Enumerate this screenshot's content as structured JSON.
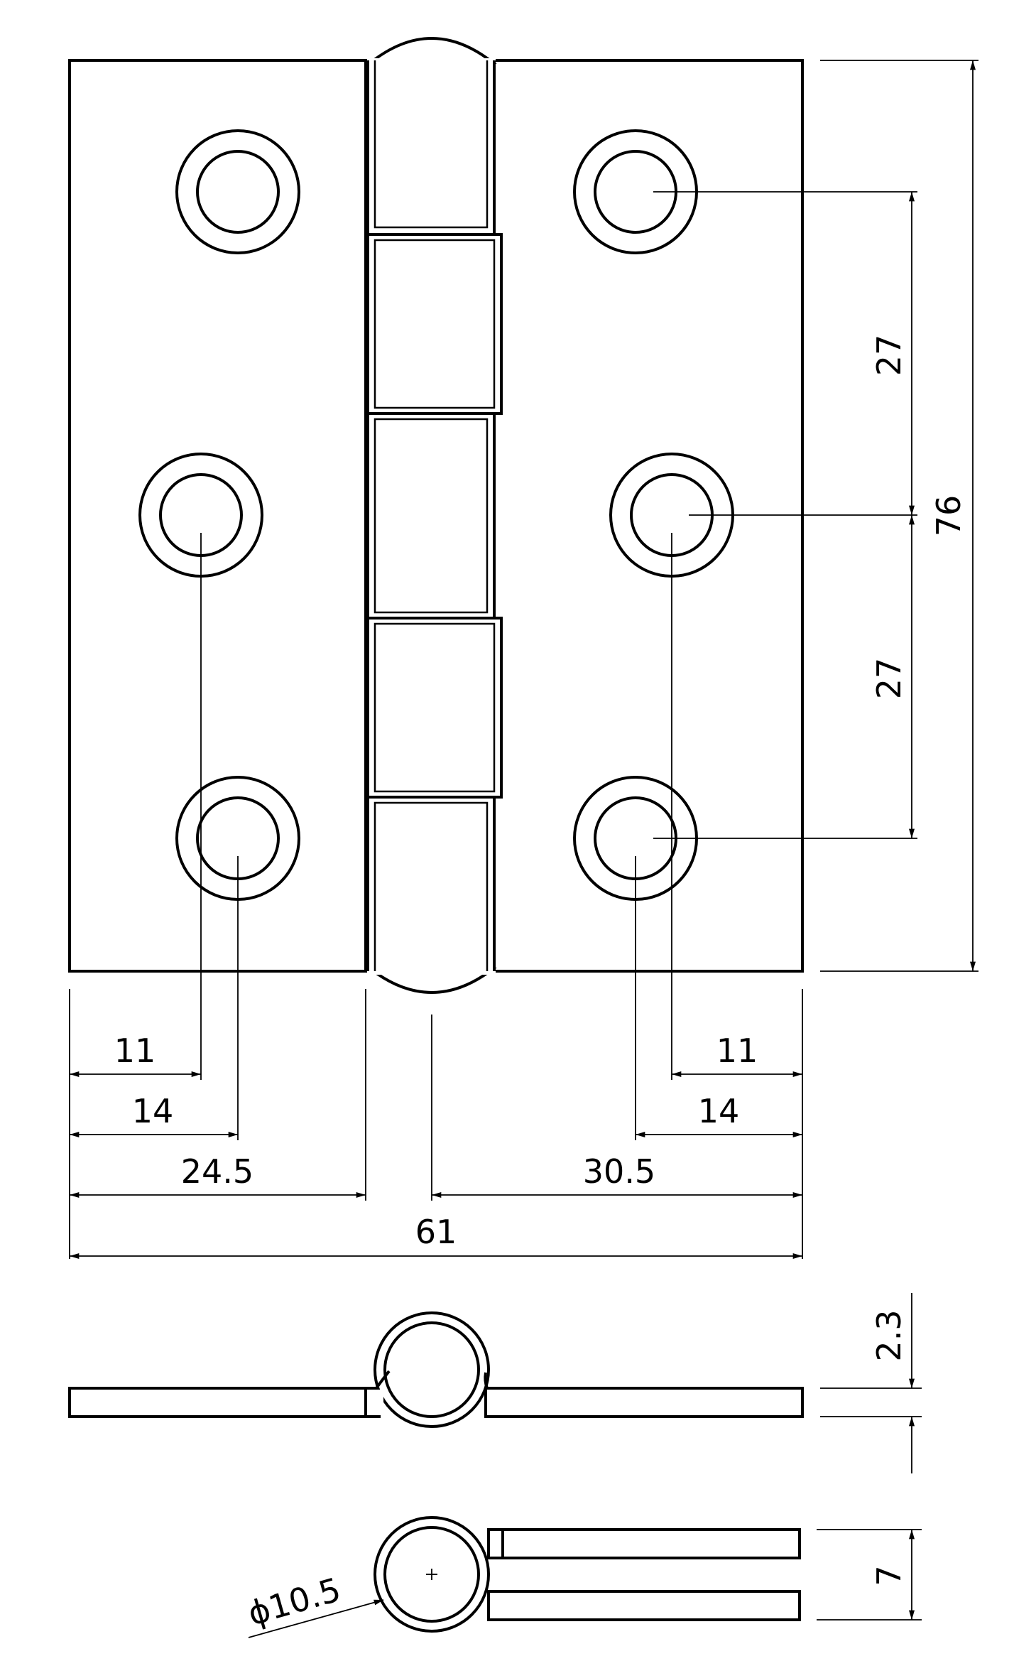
{
  "dimensions": {
    "left_11": "11",
    "left_14": "14",
    "left_24_5": "24.5",
    "right_11": "11",
    "right_14": "14",
    "right_30_5": "30.5",
    "overall_width": "61",
    "hole_spacing_top": "27",
    "hole_spacing_bottom": "27",
    "overall_height": "76",
    "thickness": "2.3",
    "open_gap": "7",
    "knuckle_diameter": "ϕ10.5"
  }
}
